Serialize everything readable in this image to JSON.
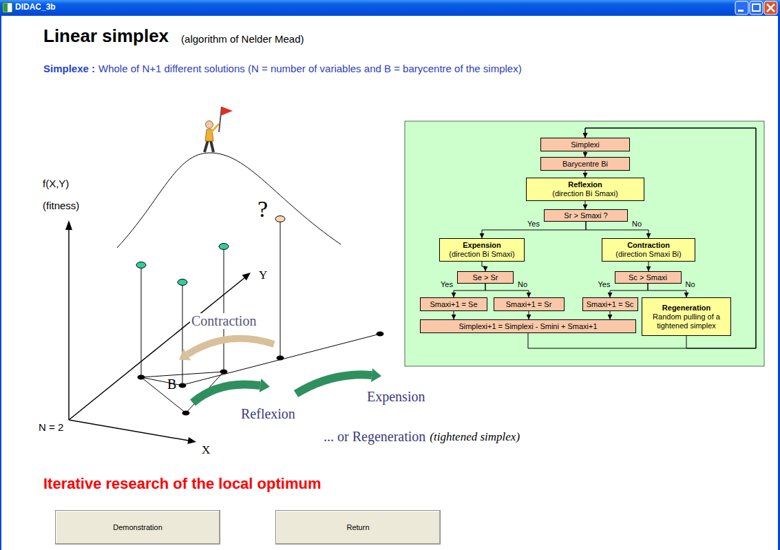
{
  "diagram": {
    "title": "Linear simplex",
    "caption": "Iterative research of the local optimum",
    "nodes": [
      {
        "text": [
          "Simplexi"
        ]
      },
      {
        "text": [
          "Barycentre Bi"
        ]
      },
      {
        "text": [
          "Reflexion",
          "(direction Bi Smaxi)"
        ]
      },
      {
        "text": [
          "Sr > Smaxi ?"
        ]
      },
      {
        "text": [
          "Expension",
          "(direction Bi Smaxi)"
        ]
      },
      {
        "text": [
          "Contraction",
          "(direction Smaxi Bi)"
        ]
      },
      {
        "text": [
          "Se > Sr"
        ]
      },
      {
        "text": [
          "Sc > Smaxi"
        ]
      },
      {
        "text": [
          "Smaxi+1 = Se"
        ]
      },
      {
        "text": [
          "Smaxi+1 = Sr"
        ]
      },
      {
        "text": [
          "Smaxi+1 = Sc"
        ]
      },
      {
        "text": [
          "Regeneration",
          "Random pulling of a tightened simplex"
        ]
      },
      {
        "text": [
          "Simplexi+1 = Simplexi - Smini + Smaxi+1"
        ]
      },
      {
        "text": [
          "Demonstration"
        ]
      },
      {
        "text": [
          "Return"
        ]
      }
    ],
    "edges": [
      {
        "from": 0,
        "to": 1,
        "arrow": "to"
      },
      {
        "from": 1,
        "to": 2,
        "arrow": "to"
      },
      {
        "from": 2,
        "to": 3,
        "arrow": "to"
      },
      {
        "from": 3,
        "to": 4,
        "label": "Yes",
        "arrow": "to"
      },
      {
        "from": 3,
        "to": 5,
        "label": "No",
        "arrow": "to"
      },
      {
        "from": 4,
        "to": 6,
        "arrow": "to"
      },
      {
        "from": 5,
        "to": 7,
        "arrow": "to"
      },
      {
        "from": 6,
        "to": 8,
        "label": "Yes",
        "arrow": "to"
      },
      {
        "from": 6,
        "to": 9,
        "label": "No",
        "arrow": "to"
      },
      {
        "from": 7,
        "to": 10,
        "label": "Yes",
        "arrow": "to"
      },
      {
        "from": 7,
        "to": 11,
        "label": "No",
        "arrow": "to"
      },
      {
        "from": 8,
        "to": 12,
        "arrow": "to"
      },
      {
        "from": 9,
        "to": 12,
        "arrow": "to"
      },
      {
        "from": 10,
        "to": 12,
        "arrow": "to"
      },
      {
        "from": 12,
        "to": 0,
        "arrow": "to"
      },
      {
        "from": 11,
        "to": 0,
        "arrow": "to"
      }
    ],
    "labels": [
      "DIDAC_3b",
      "(algorithm of Nelder Mead)",
      "Simplexe :",
      "Whole of N+1 different solutions (N = number of variables and B = barycentre of the simplex)",
      "f(X,Y)",
      "(fitness)",
      "?",
      "Y",
      "Contraction",
      "B",
      "Expension",
      "Reflexion",
      "N = 2",
      "... or Regeneration",
      "(tightened simplex)",
      "X"
    ]
  }
}
